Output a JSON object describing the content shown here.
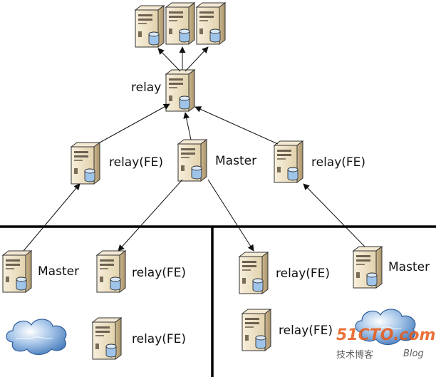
{
  "labels": {
    "top_relay": "relay",
    "relay_fe": "relay(FE)",
    "master": "Master"
  },
  "watermark": {
    "site": "51CTO.com",
    "subtitle": "技术博客",
    "blog": "Blog"
  },
  "colors": {
    "server_body": "#efe3c7",
    "server_side": "#c9b489",
    "disk": "#9fc4ea",
    "cloud": "#5b8fc8",
    "line": "#000000"
  }
}
